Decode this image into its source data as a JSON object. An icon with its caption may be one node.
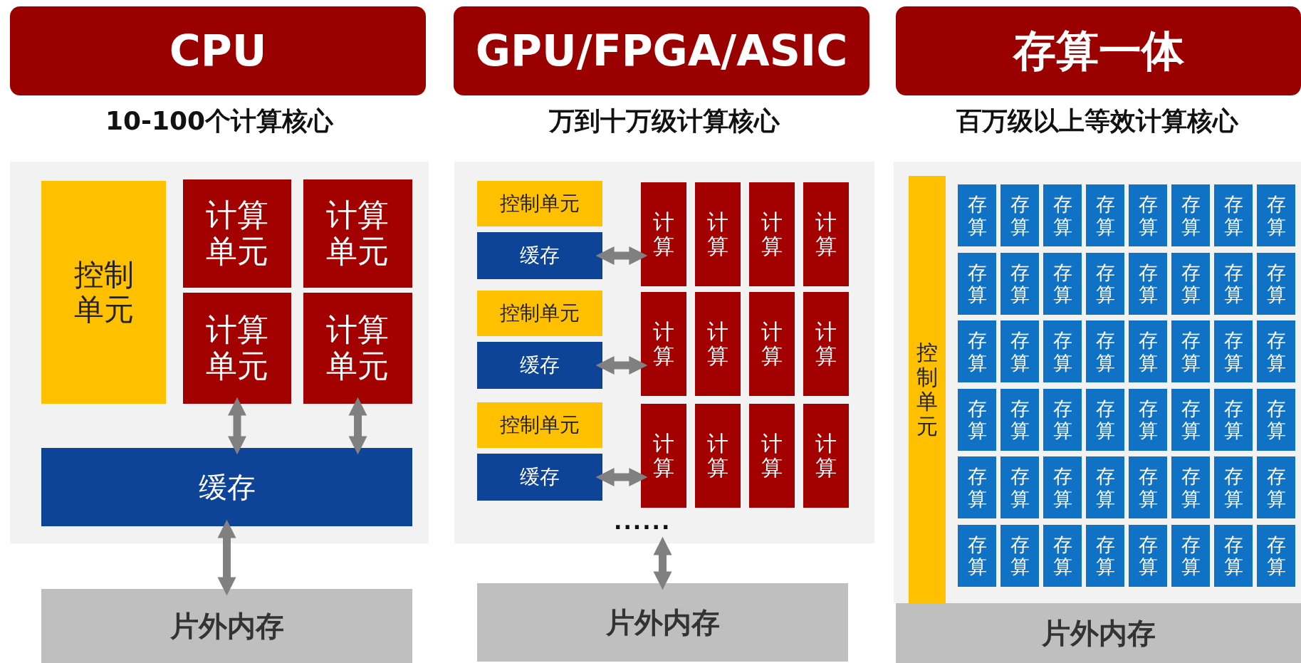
{
  "diagram": {
    "nodes": [
      {
        "text": [
          "CPU"
        ]
      },
      {
        "text": [
          "10-100个计算核心"
        ]
      },
      {
        "text": [
          "控制单元"
        ],
        "in": 1
      },
      {
        "text": [
          "计算单元"
        ],
        "in": 1
      },
      {
        "text": [
          "计算单元"
        ],
        "in": 1
      },
      {
        "text": [
          "计算单元"
        ],
        "in": 1
      },
      {
        "text": [
          "计算单元"
        ],
        "in": 1
      },
      {
        "text": [
          "缓存"
        ],
        "in": 1
      },
      {
        "text": [
          "片外内存"
        ]
      },
      {
        "text": [
          "GPU/FPGA/ASIC"
        ]
      },
      {
        "text": [
          "万到十万级计算核心"
        ]
      },
      {
        "text": [
          "控制单元"
        ],
        "in": 10
      },
      {
        "text": [
          "缓存"
        ],
        "in": 10
      },
      {
        "text": [
          "计算"
        ],
        "in": 10
      },
      {
        "text": [
          "计算"
        ],
        "in": 10
      },
      {
        "text": [
          "计算"
        ],
        "in": 10
      },
      {
        "text": [
          "计算"
        ],
        "in": 10
      },
      {
        "text": [
          "控制单元"
        ],
        "in": 10
      },
      {
        "text": [
          "缓存"
        ],
        "in": 10
      },
      {
        "text": [
          "计算"
        ],
        "in": 10
      },
      {
        "text": [
          "计算"
        ],
        "in": 10
      },
      {
        "text": [
          "计算"
        ],
        "in": 10
      },
      {
        "text": [
          "计算"
        ],
        "in": 10
      },
      {
        "text": [
          "控制单元"
        ],
        "in": 10
      },
      {
        "text": [
          "缓存"
        ],
        "in": 10
      },
      {
        "text": [
          "计算"
        ],
        "in": 10
      },
      {
        "text": [
          "计算"
        ],
        "in": 10
      },
      {
        "text": [
          "计算"
        ],
        "in": 10
      },
      {
        "text": [
          "计算"
        ],
        "in": 10
      },
      {
        "text": [
          "片外内存"
        ]
      },
      {
        "text": [
          "存算一体"
        ]
      },
      {
        "text": [
          "百万级以上等效计算核心"
        ]
      },
      {
        "text": [
          "控制单元"
        ],
        "in": 31
      },
      {
        "text": [
          "存算"
        ],
        "in": 31
      },
      {
        "text": [
          "存算"
        ],
        "in": 31
      },
      {
        "text": [
          "存算"
        ],
        "in": 31
      },
      {
        "text": [
          "存算"
        ],
        "in": 31
      },
      {
        "text": [
          "存算"
        ],
        "in": 31
      },
      {
        "text": [
          "存算"
        ],
        "in": 31
      },
      {
        "text": [
          "存算"
        ],
        "in": 31
      },
      {
        "text": [
          "存算"
        ],
        "in": 31
      },
      {
        "text": [
          "存算"
        ],
        "in": 31
      },
      {
        "text": [
          "存算"
        ],
        "in": 31
      },
      {
        "text": [
          "存算"
        ],
        "in": 31
      },
      {
        "text": [
          "存算"
        ],
        "in": 31
      },
      {
        "text": [
          "存算"
        ],
        "in": 31
      },
      {
        "text": [
          "存算"
        ],
        "in": 31
      },
      {
        "text": [
          "存算"
        ],
        "in": 31
      },
      {
        "text": [
          "存算"
        ],
        "in": 31
      },
      {
        "text": [
          "存算"
        ],
        "in": 31
      },
      {
        "text": [
          "存算"
        ],
        "in": 31
      },
      {
        "text": [
          "存算"
        ],
        "in": 31
      },
      {
        "text": [
          "存算"
        ],
        "in": 31
      },
      {
        "text": [
          "存算"
        ],
        "in": 31
      },
      {
        "text": [
          "存算"
        ],
        "in": 31
      },
      {
        "text": [
          "存算"
        ],
        "in": 31
      },
      {
        "text": [
          "存算"
        ],
        "in": 31
      },
      {
        "text": [
          "存算"
        ],
        "in": 31
      },
      {
        "text": [
          "存算"
        ],
        "in": 31
      },
      {
        "text": [
          "存算"
        ],
        "in": 31
      },
      {
        "text": [
          "存算"
        ],
        "in": 31
      },
      {
        "text": [
          "存算"
        ],
        "in": 31
      },
      {
        "text": [
          "存算"
        ],
        "in": 31
      },
      {
        "text": [
          "存算"
        ],
        "in": 31
      },
      {
        "text": [
          "存算"
        ],
        "in": 31
      },
      {
        "text": [
          "存算"
        ],
        "in": 31
      },
      {
        "text": [
          "存算"
        ],
        "in": 31
      },
      {
        "text": [
          "存算"
        ],
        "in": 31
      },
      {
        "text": [
          "存算"
        ],
        "in": 31
      },
      {
        "text": [
          "存算"
        ],
        "in": 31
      },
      {
        "text": [
          "存算"
        ],
        "in": 31
      },
      {
        "text": [
          "存算"
        ],
        "in": 31
      },
      {
        "text": [
          "存算"
        ],
        "in": 31
      },
      {
        "text": [
          "存算"
        ],
        "in": 31
      },
      {
        "text": [
          "存算"
        ],
        "in": 31
      },
      {
        "text": [
          "存算"
        ],
        "in": 31
      },
      {
        "text": [
          "存算"
        ],
        "in": 31
      },
      {
        "text": [
          "存算"
        ],
        "in": 31
      },
      {
        "text": [
          "存算"
        ],
        "in": 31
      },
      {
        "text": [
          "存算"
        ],
        "in": 31
      },
      {
        "text": [
          "存算"
        ],
        "in": 31
      },
      {
        "text": [
          "片外内存"
        ]
      }
    ],
    "edges": [
      {
        "from": 5,
        "to": 7,
        "arrow": "both"
      },
      {
        "from": 6,
        "to": 7,
        "arrow": "both"
      },
      {
        "from": 7,
        "to": 8,
        "arrow": "both"
      },
      {
        "from": 12,
        "to": 13,
        "arrow": "both"
      },
      {
        "from": 18,
        "to": 19,
        "arrow": "both"
      },
      {
        "from": 24,
        "to": 25,
        "arrow": "both"
      },
      {
        "from": 10,
        "to": 29,
        "arrow": "both"
      }
    ],
    "labels": [
      "......"
    ]
  }
}
